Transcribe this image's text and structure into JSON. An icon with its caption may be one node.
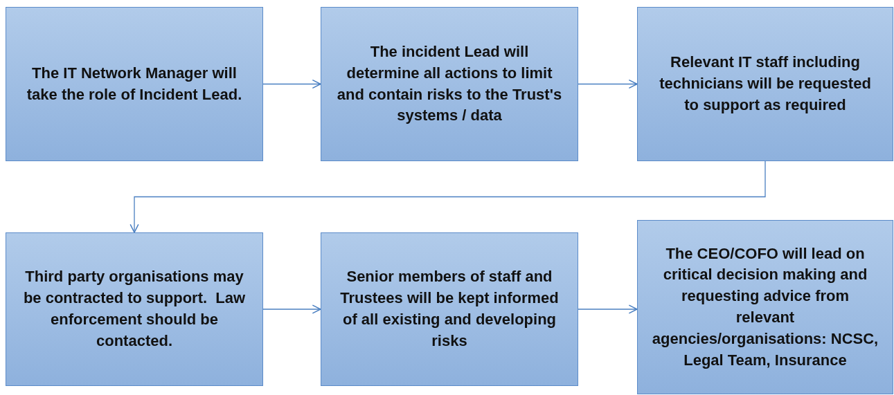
{
  "diagram": {
    "nodes": [
      {
        "text": [
          "The IT Network Manager will take the role of Incident Lead."
        ]
      },
      {
        "text": [
          "The incident Lead will determine all actions to limit and contain risks to the Trust's systems / data"
        ]
      },
      {
        "text": [
          "Relevant IT staff including technicians will be requested to support as required"
        ]
      },
      {
        "text": [
          "Third party organisations may be contracted to support.  Law enforcement should be contacted."
        ]
      },
      {
        "text": [
          "Senior members of staff and Trustees will be kept informed of all existing and developing risks"
        ]
      },
      {
        "text": [
          "The CEO/COFO will lead on critical decision making and requesting advice from relevant agencies/organisations: NCSC, Legal Team, Insurance"
        ]
      }
    ],
    "edges": [
      {
        "from": 0,
        "to": 1,
        "arrow": "to"
      },
      {
        "from": 1,
        "to": 2,
        "arrow": "to"
      },
      {
        "from": 2,
        "to": 3,
        "arrow": "to"
      },
      {
        "from": 3,
        "to": 4,
        "arrow": "to"
      },
      {
        "from": 4,
        "to": 5,
        "arrow": "to"
      }
    ]
  }
}
